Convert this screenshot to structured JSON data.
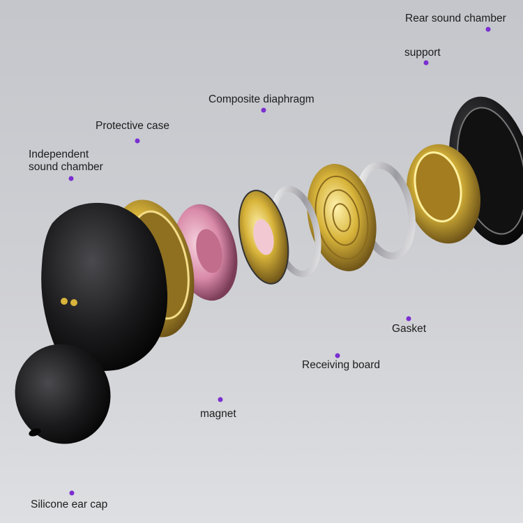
{
  "labels": {
    "rear_sound_chamber": "Rear sound chamber",
    "support": "support",
    "composite_diaphragm": "Composite diaphragm",
    "protective_case": "Protective case",
    "independent_sound_chamber_line1": "Independent",
    "independent_sound_chamber_line2": "sound chamber",
    "gasket": "Gasket",
    "receiving_board": "Receiving board",
    "magnet": "magnet",
    "silicone_ear_cap": "Silicone ear cap"
  },
  "colors": {
    "leader_top": "#5b3bd6",
    "leader_bottom": "#d43acb",
    "dot": "#7a2fd0",
    "gold": "#d8b43a",
    "pink": "#d98aa8",
    "body": "#1b1b1d"
  }
}
